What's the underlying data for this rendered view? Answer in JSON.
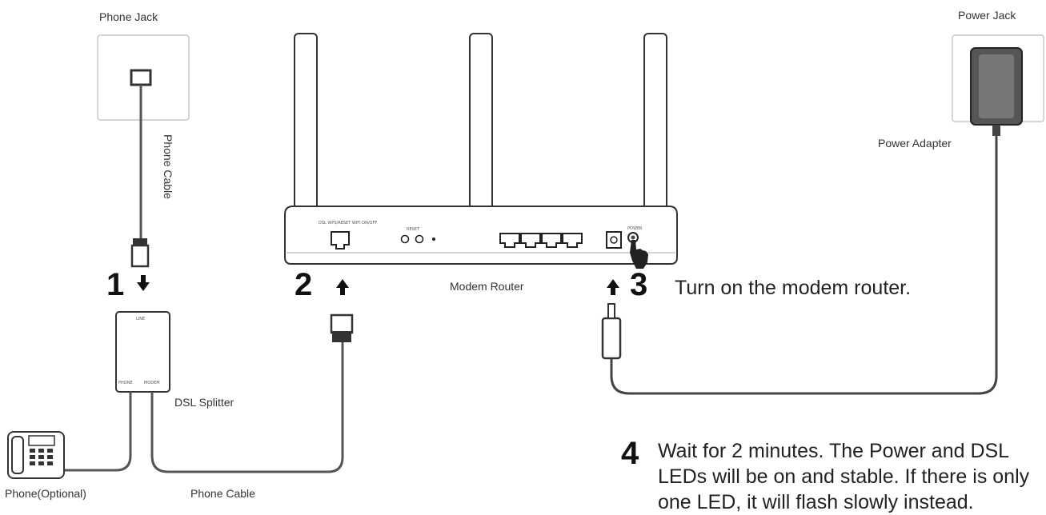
{
  "labels": {
    "phone_jack": "Phone Jack",
    "power_jack": "Power Jack",
    "phone_cable_top": "Phone Cable",
    "power_adapter": "Power Adapter",
    "modem_router": "Modem Router",
    "dsl_splitter": "DSL Splitter",
    "phone_optional": "Phone(Optional)",
    "phone_cable_bottom": "Phone Cable",
    "splitter_port_line": "LINE",
    "splitter_port_phone": "PHONE",
    "splitter_port_modem": "MODEM"
  },
  "steps": [
    {
      "number": "1",
      "text": ""
    },
    {
      "number": "2",
      "text": ""
    },
    {
      "number": "3",
      "text": "Turn on the modem router."
    },
    {
      "number": "4",
      "lines": [
        "Wait for 2 minutes. The Power and DSL",
        "LEDs will be on and stable. If there is only",
        "one LED, it will flash slowly instead."
      ]
    }
  ]
}
